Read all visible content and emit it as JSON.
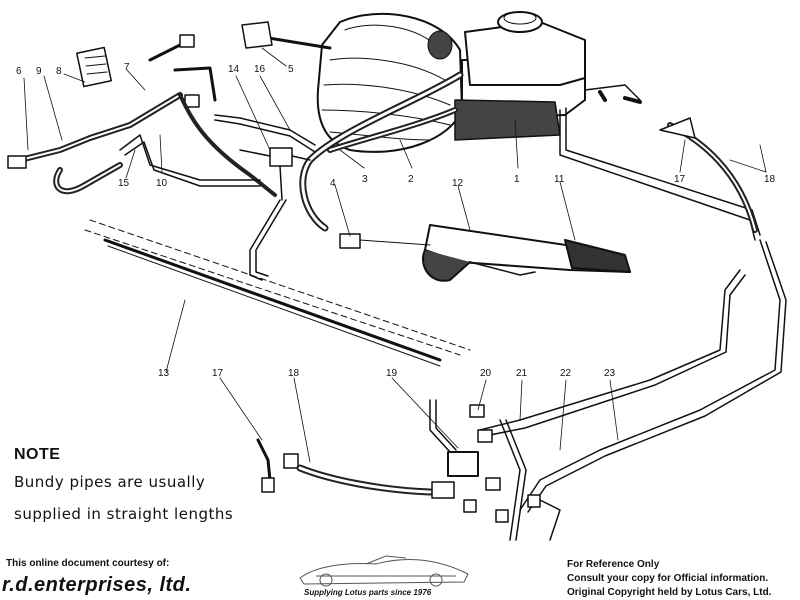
{
  "callouts": [
    {
      "label": "1"
    },
    {
      "label": "2"
    },
    {
      "label": "3"
    },
    {
      "label": "4"
    },
    {
      "label": "5"
    },
    {
      "label": "6"
    },
    {
      "label": "7"
    },
    {
      "label": "8"
    },
    {
      "label": "9"
    },
    {
      "label": "10"
    },
    {
      "label": "11"
    },
    {
      "label": "12"
    },
    {
      "label": "13"
    },
    {
      "label": "14"
    },
    {
      "label": "15"
    },
    {
      "label": "16"
    },
    {
      "label": "17"
    },
    {
      "label": "18"
    },
    {
      "label": "13"
    },
    {
      "label": "17"
    },
    {
      "label": "18"
    },
    {
      "label": "19"
    },
    {
      "label": "20"
    },
    {
      "label": "21"
    },
    {
      "label": "22"
    },
    {
      "label": "23"
    }
  ],
  "note": {
    "title": "NOTE",
    "line1": "Bundy pipes are usually",
    "line2": "supplied in straight lengths"
  },
  "footer": {
    "courtesy": "This online document courtesy of:",
    "brand": "r.d.enterprises, ltd.",
    "tagline": "Supplying Lotus parts since 1976",
    "reference_1": "For Reference Only",
    "reference_2": "Consult your copy for Official information.",
    "reference_3": "Original Copyright held by Lotus Cars, Ltd."
  },
  "colors": {
    "ink": "#111111",
    "background": "#ffffff",
    "shade": "#444444"
  }
}
